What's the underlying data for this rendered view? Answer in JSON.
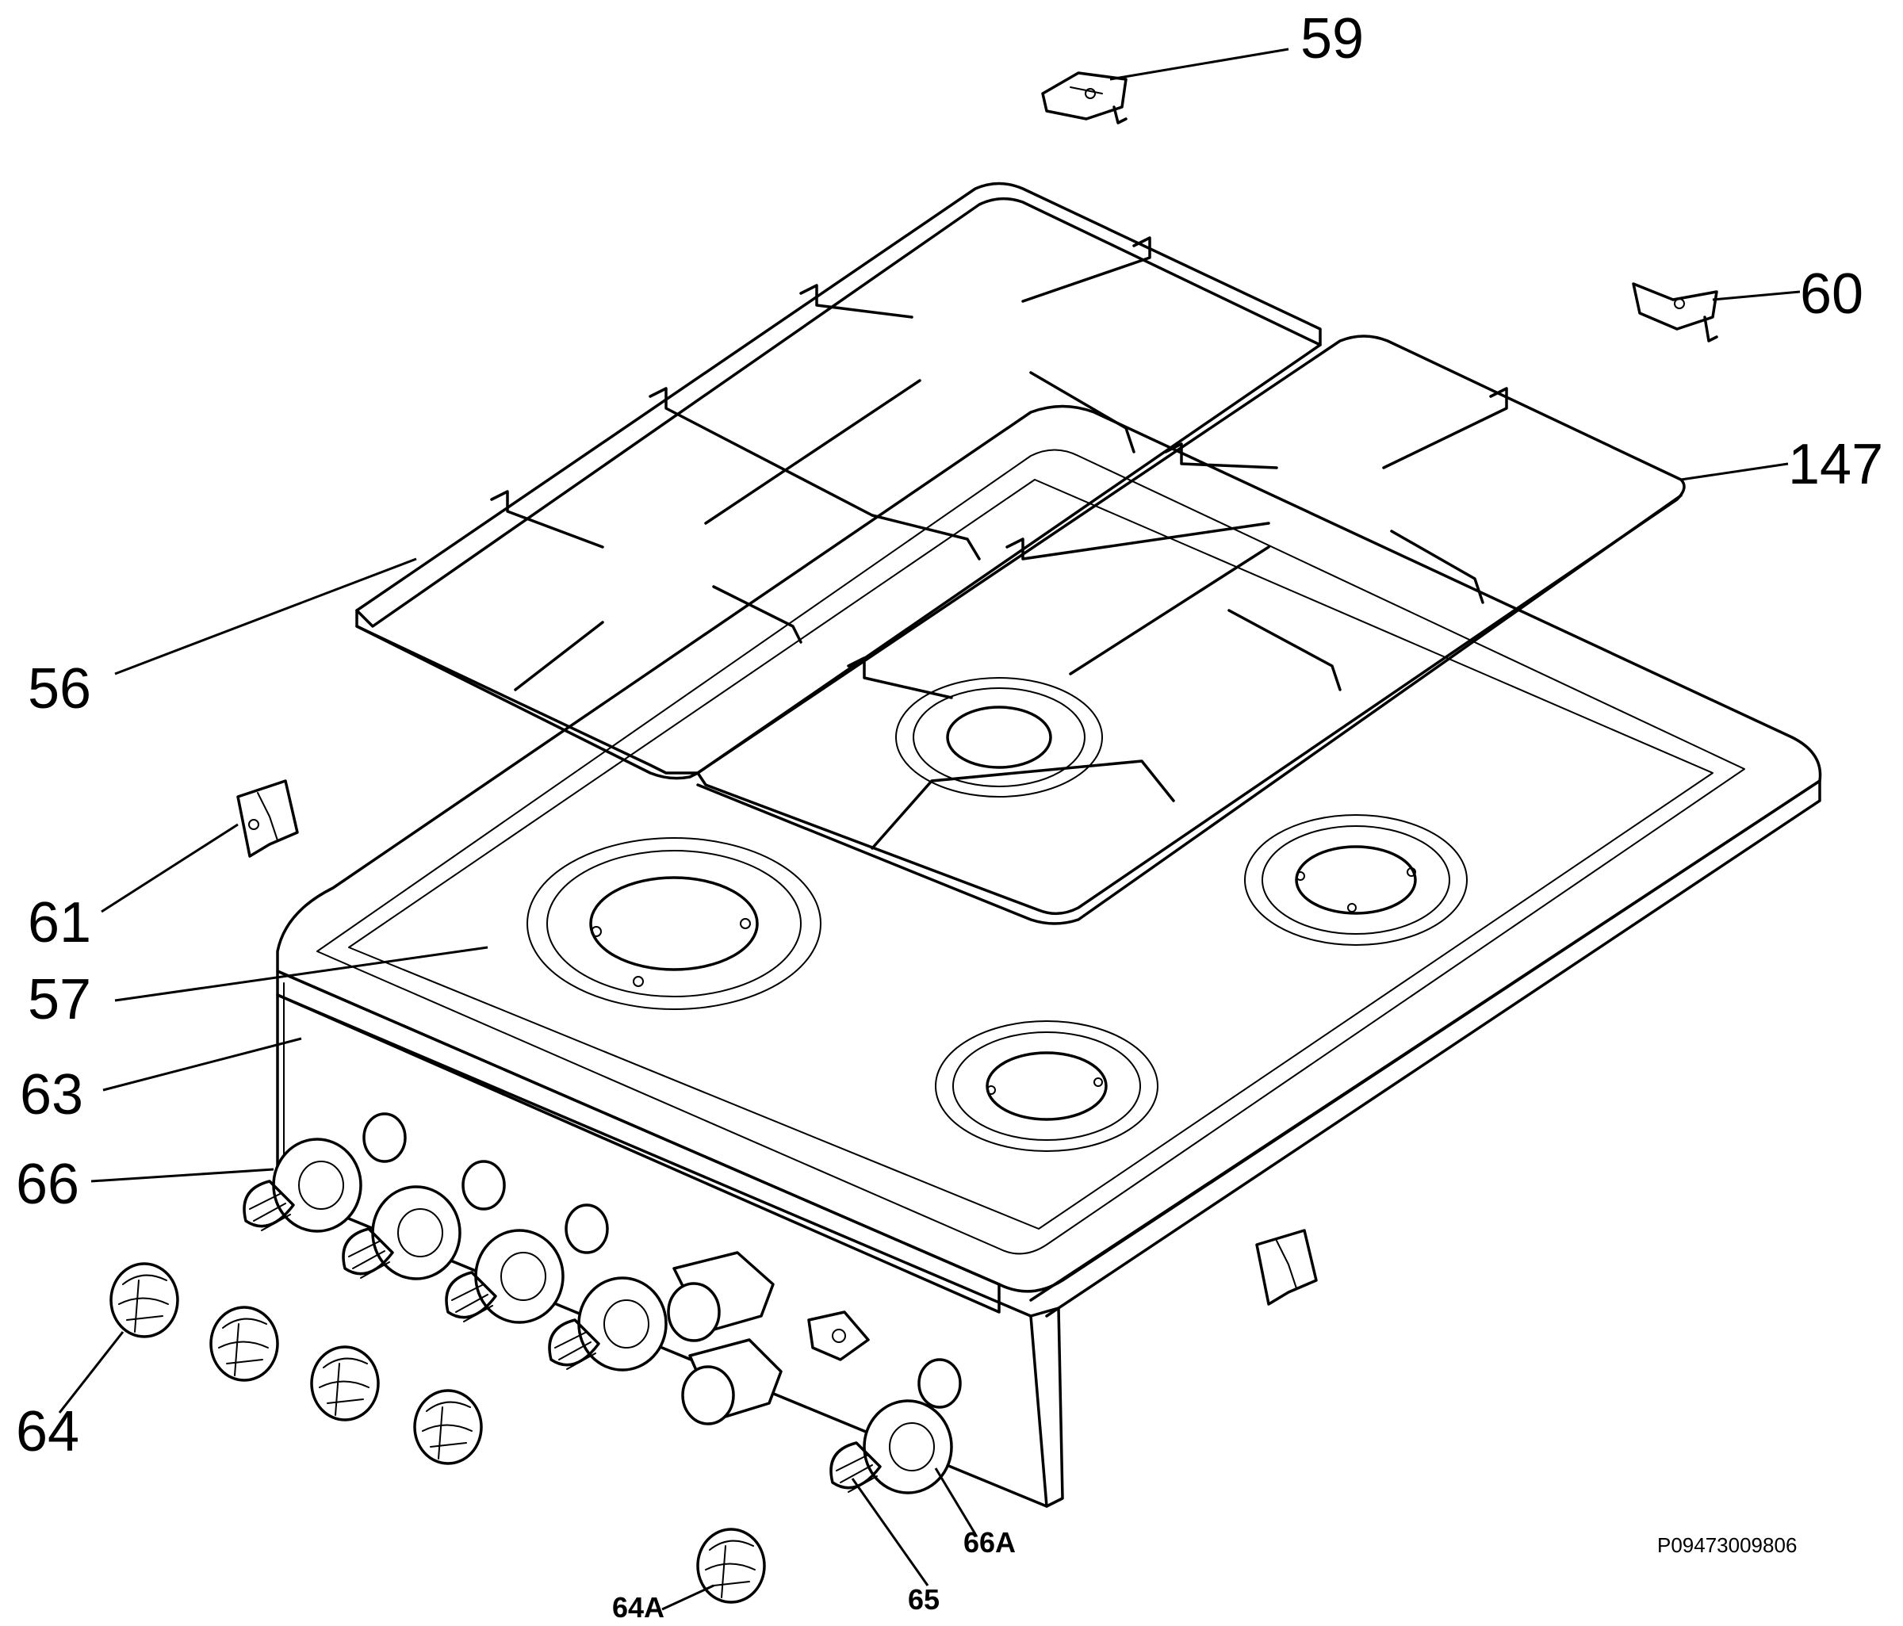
{
  "callouts": {
    "c59": "59",
    "c60": "60",
    "c147": "147",
    "c56": "56",
    "c61": "61",
    "c57": "57",
    "c63": "63",
    "c66": "66",
    "c64": "64",
    "c66a": "66A",
    "c64a": "64A",
    "c65": "65"
  },
  "drawing_code": "P09473009806"
}
